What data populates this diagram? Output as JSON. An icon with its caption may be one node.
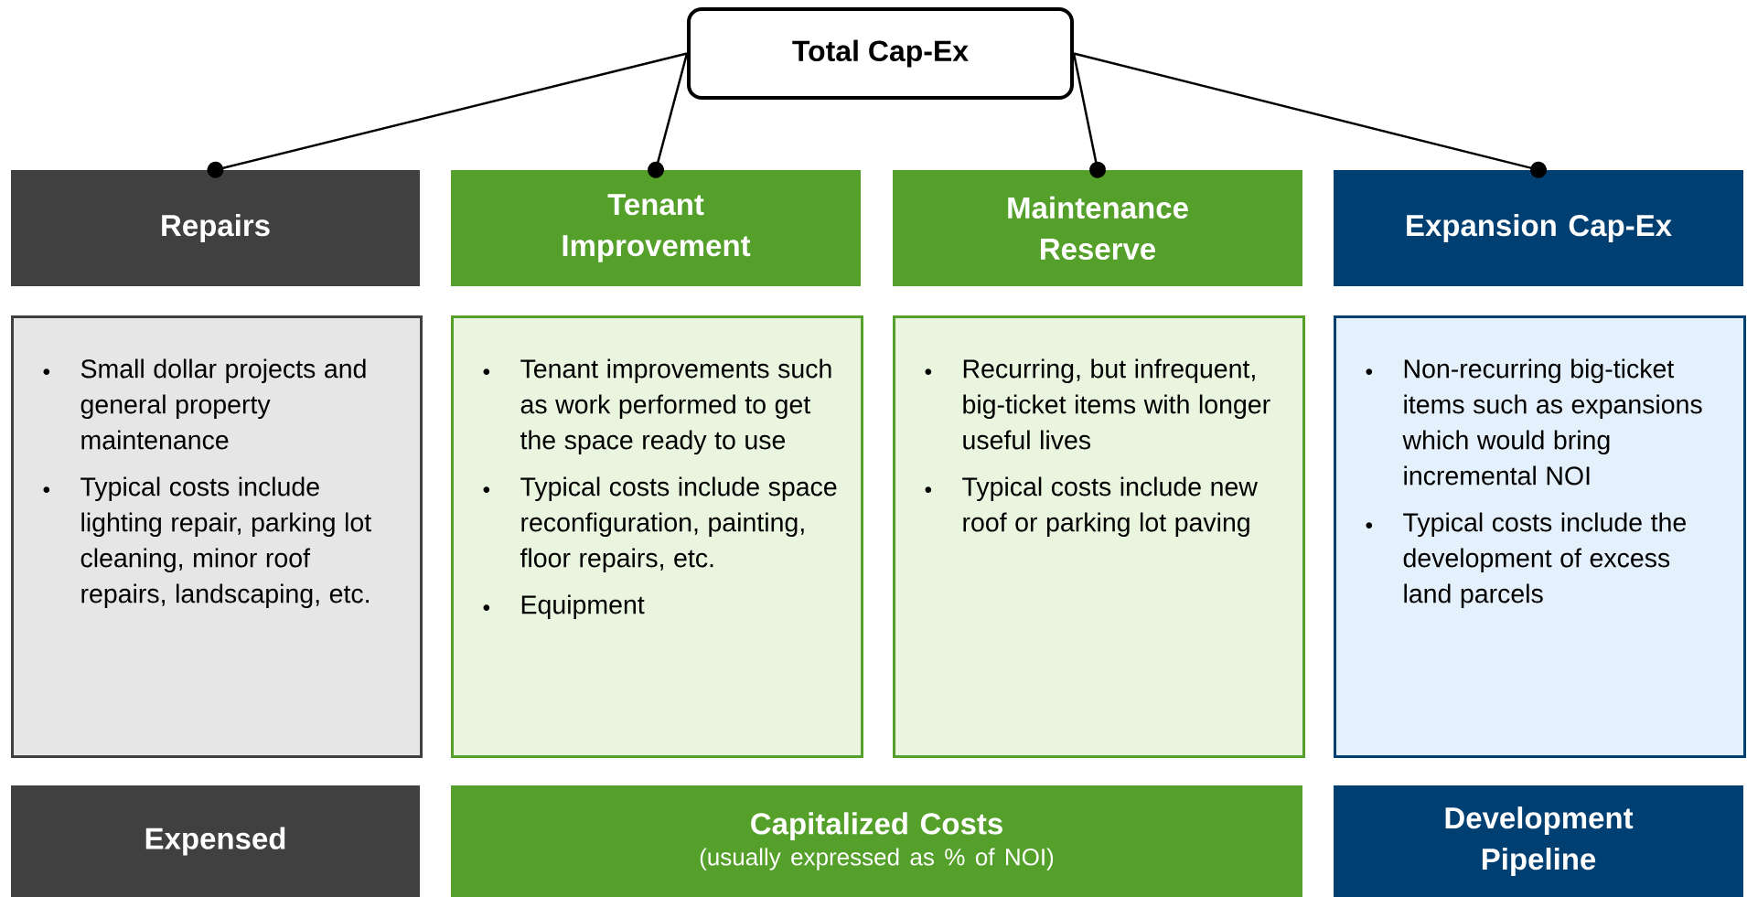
{
  "diagram": {
    "nodes": [
      {
        "text": [
          "Total Cap-Ex"
        ]
      },
      {
        "text": [
          "Repairs"
        ]
      },
      {
        "text": [
          "Tenant Improvement"
        ]
      },
      {
        "text": [
          "Maintenance Reserve"
        ]
      },
      {
        "text": [
          "Expansion Cap-Ex"
        ]
      },
      {
        "text": [
          "Small dollar projects and general property maintenance",
          "Typical costs include lighting repair, parking lot cleaning, minor roof repairs, landscaping, etc."
        ]
      },
      {
        "text": [
          "Tenant improvements such as work performed to get the space ready to use",
          "Typical costs include space reconfiguration, painting, floor repairs, etc.",
          "Equipment"
        ]
      },
      {
        "text": [
          "Recurring, but infrequent, big-ticket items with longer useful lives",
          "Typical costs include new roof or parking lot paving"
        ]
      },
      {
        "text": [
          "Non-recurring big-ticket items such as expansions which would bring incremental NOI",
          "Typical costs include the development of excess land parcels"
        ]
      },
      {
        "text": [
          "Expensed"
        ]
      },
      {
        "text": [
          "Capitalized Costs",
          "(usually expressed as % of NOI)"
        ]
      },
      {
        "text": [
          "Development Pipeline"
        ]
      }
    ],
    "edges": [
      {
        "from": 0,
        "to": 1,
        "arrow": "other"
      },
      {
        "from": 0,
        "to": 2,
        "arrow": "other"
      },
      {
        "from": 0,
        "to": 3,
        "arrow": "other"
      },
      {
        "from": 0,
        "to": 4,
        "arrow": "other"
      }
    ]
  }
}
